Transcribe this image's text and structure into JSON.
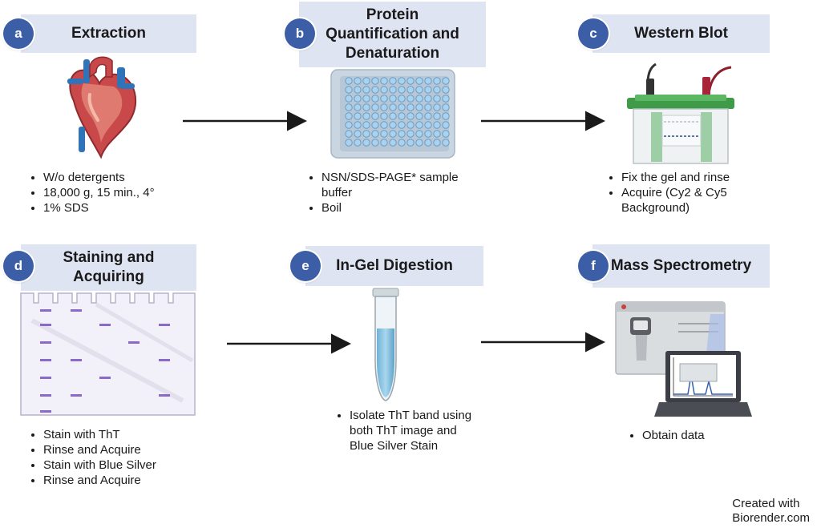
{
  "steps": [
    {
      "letter": "a",
      "title": "Extraction",
      "bullets": [
        "W/o detergents",
        "18,000 g, 15 min., 4°",
        "1% SDS"
      ]
    },
    {
      "letter": "b",
      "title_lines": [
        "Protein",
        "Quantification and",
        "Denaturation"
      ],
      "bullets": [
        "NSN/SDS-PAGE* sample buffer",
        "Boil"
      ]
    },
    {
      "letter": "c",
      "title": "Western Blot",
      "bullets": [
        "Fix the gel and rinse",
        "Acquire (Cy2 & Cy5 Background)"
      ]
    },
    {
      "letter": "d",
      "title_lines": [
        "Staining and",
        "Acquiring"
      ],
      "bullets": [
        "Stain with ThT",
        "Rinse and Acquire",
        "Stain with Blue Silver",
        "Rinse and Acquire"
      ]
    },
    {
      "letter": "e",
      "title": "In-Gel Digestion",
      "bullets": [
        "Isolate ThT band using both ThT image and Blue Silver Stain"
      ]
    },
    {
      "letter": "f",
      "title": "Mass Spectrometry",
      "bullets": [
        "Obtain data"
      ]
    }
  ],
  "credit": {
    "line1": "Created with",
    "line2": "Biorender.com"
  },
  "colors": {
    "title_bg": "#dfe4f3",
    "badge": "#3c5ea6",
    "arrow": "#1a1a1a",
    "band": "#8a6ac8"
  },
  "icons": [
    "heart-icon",
    "well-plate-icon",
    "western-blot-tank-icon",
    "gel-icon",
    "tube-icon",
    "mass-spectrometer-icon"
  ]
}
